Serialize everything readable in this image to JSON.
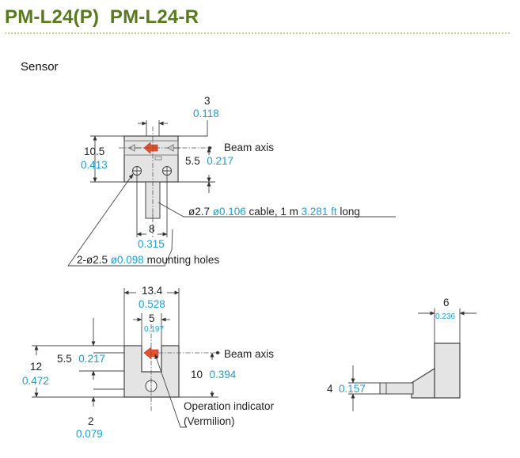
{
  "header": {
    "title": "PM-L24(P)  PM-L24-R",
    "section": "Sensor"
  },
  "top_view": {
    "dim_top": "3",
    "dim_top_in": "0.118",
    "dim_height": "10.5",
    "dim_height_in": "0.413",
    "dim_axis_pre": "5.5",
    "dim_axis_in": "0.217",
    "beam_axis": "Beam axis",
    "cable_pre": "ø2.7 ",
    "cable_in": "ø0.106",
    "cable_mid": " cable, 1 m ",
    "cable_len_in": "3.281 ft",
    "cable_post": " long",
    "dim_pitch": "8",
    "dim_pitch_in": "0.315",
    "holes_pre": "2-ø2.5 ",
    "holes_in": "ø0.098",
    "holes_post": " mounting holes"
  },
  "front_view": {
    "dim_width": "13.4",
    "dim_width_in": "0.528",
    "dim_slot": "5",
    "dim_slot_in": "0.197",
    "dim_height": "12",
    "dim_height_in": "0.472",
    "dim_axis_pre": "5.5",
    "dim_axis_in": "0.217",
    "beam_axis": "Beam axis",
    "dim_10": "10",
    "dim_10_in": "0.394",
    "dim_2": "2",
    "dim_2_in": "0.079",
    "indicator_1": "Operation indicator",
    "indicator_2": "(Vermilion)"
  },
  "side_view": {
    "dim_6": "6",
    "dim_6_in": "0.236",
    "dim_4_pre": "4",
    "dim_4_in": "0.157"
  }
}
